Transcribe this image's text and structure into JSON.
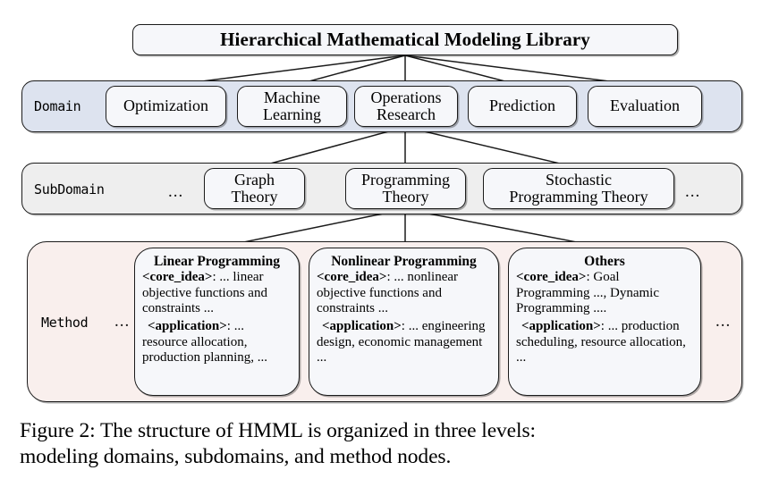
{
  "figure": {
    "title": "Hierarchical Mathematical Modeling Library",
    "caption_line1": "Figure 2: The structure of HMML is organized in three levels:",
    "caption_line2": "modeling domains, subdomains, and method nodes.",
    "colors": {
      "domain_band": "#dde3ef",
      "subdomain_band": "#eeeeee",
      "method_band": "#f9efed",
      "node_fill": "#f6f7fa",
      "stroke": "#1b1b1b"
    }
  },
  "levels": {
    "domain": {
      "label": "Domain",
      "nodes": [
        {
          "label": "Optimization"
        },
        {
          "label": "Machine\nLearning"
        },
        {
          "label": "Operations\nResearch"
        },
        {
          "label": "Prediction"
        },
        {
          "label": "Evaluation"
        }
      ]
    },
    "subdomain": {
      "label": "SubDomain",
      "ellipsis_left": "...",
      "ellipsis_right": "...",
      "nodes": [
        {
          "label": "Graph\nTheory"
        },
        {
          "label": "Programming\nTheory"
        },
        {
          "label": "Stochastic\nProgramming Theory"
        }
      ]
    },
    "method": {
      "label": "Method",
      "ellipsis_left": "...",
      "ellipsis_right": "...",
      "cards": [
        {
          "title": "Linear Programming",
          "core_idea_tag": "<core_idea>",
          "core_idea_text": ": ... linear objective functions and constraints ...",
          "application_tag": "<application>",
          "application_text": ": ... resource allocation, production planning, ..."
        },
        {
          "title": "Nonlinear Programming",
          "core_idea_tag": "<core_idea>",
          "core_idea_text": ": ... nonlinear objective functions and constraints ...",
          "application_tag": "<application>",
          "application_text": ": ... engineering design, economic management ..."
        },
        {
          "title": "Others",
          "core_idea_tag": "<core_idea>",
          "core_idea_text": ": Goal Programming ..., Dynamic Programming ....",
          "application_tag": "<application>",
          "application_text": ": ... production scheduling, resource allocation, ..."
        }
      ]
    }
  },
  "edges": {
    "title_to_domain": {
      "from": "Hierarchical Mathematical Modeling Library",
      "to": [
        "Optimization",
        "Machine Learning",
        "Operations Research",
        "Prediction",
        "Evaluation"
      ]
    },
    "domain_to_subdomain": {
      "from": "Operations Research",
      "to": [
        "Graph Theory",
        "Programming Theory",
        "Stochastic Programming Theory"
      ]
    },
    "subdomain_to_method": {
      "from": "Programming Theory",
      "to": [
        "Linear Programming",
        "Nonlinear Programming",
        "Others"
      ]
    }
  }
}
